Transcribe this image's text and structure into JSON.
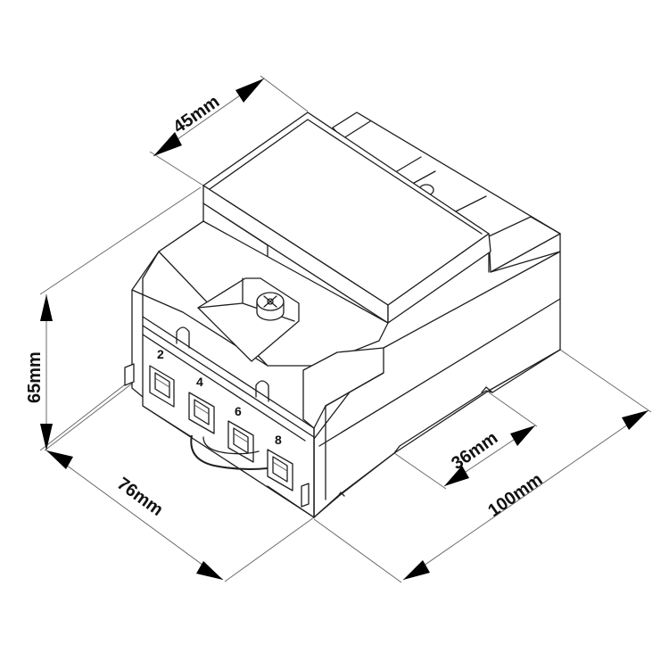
{
  "figure": {
    "subject": "DIN-rail mounted device, isometric dimension drawing",
    "line_color": "#1e1e1e",
    "background": "#ffffff"
  },
  "dimensions": {
    "width_top": "45mm",
    "height": "65mm",
    "depth": "76mm",
    "rail_slot": "36mm",
    "length": "100mm"
  },
  "terminals": [
    "2",
    "4",
    "6",
    "8"
  ]
}
